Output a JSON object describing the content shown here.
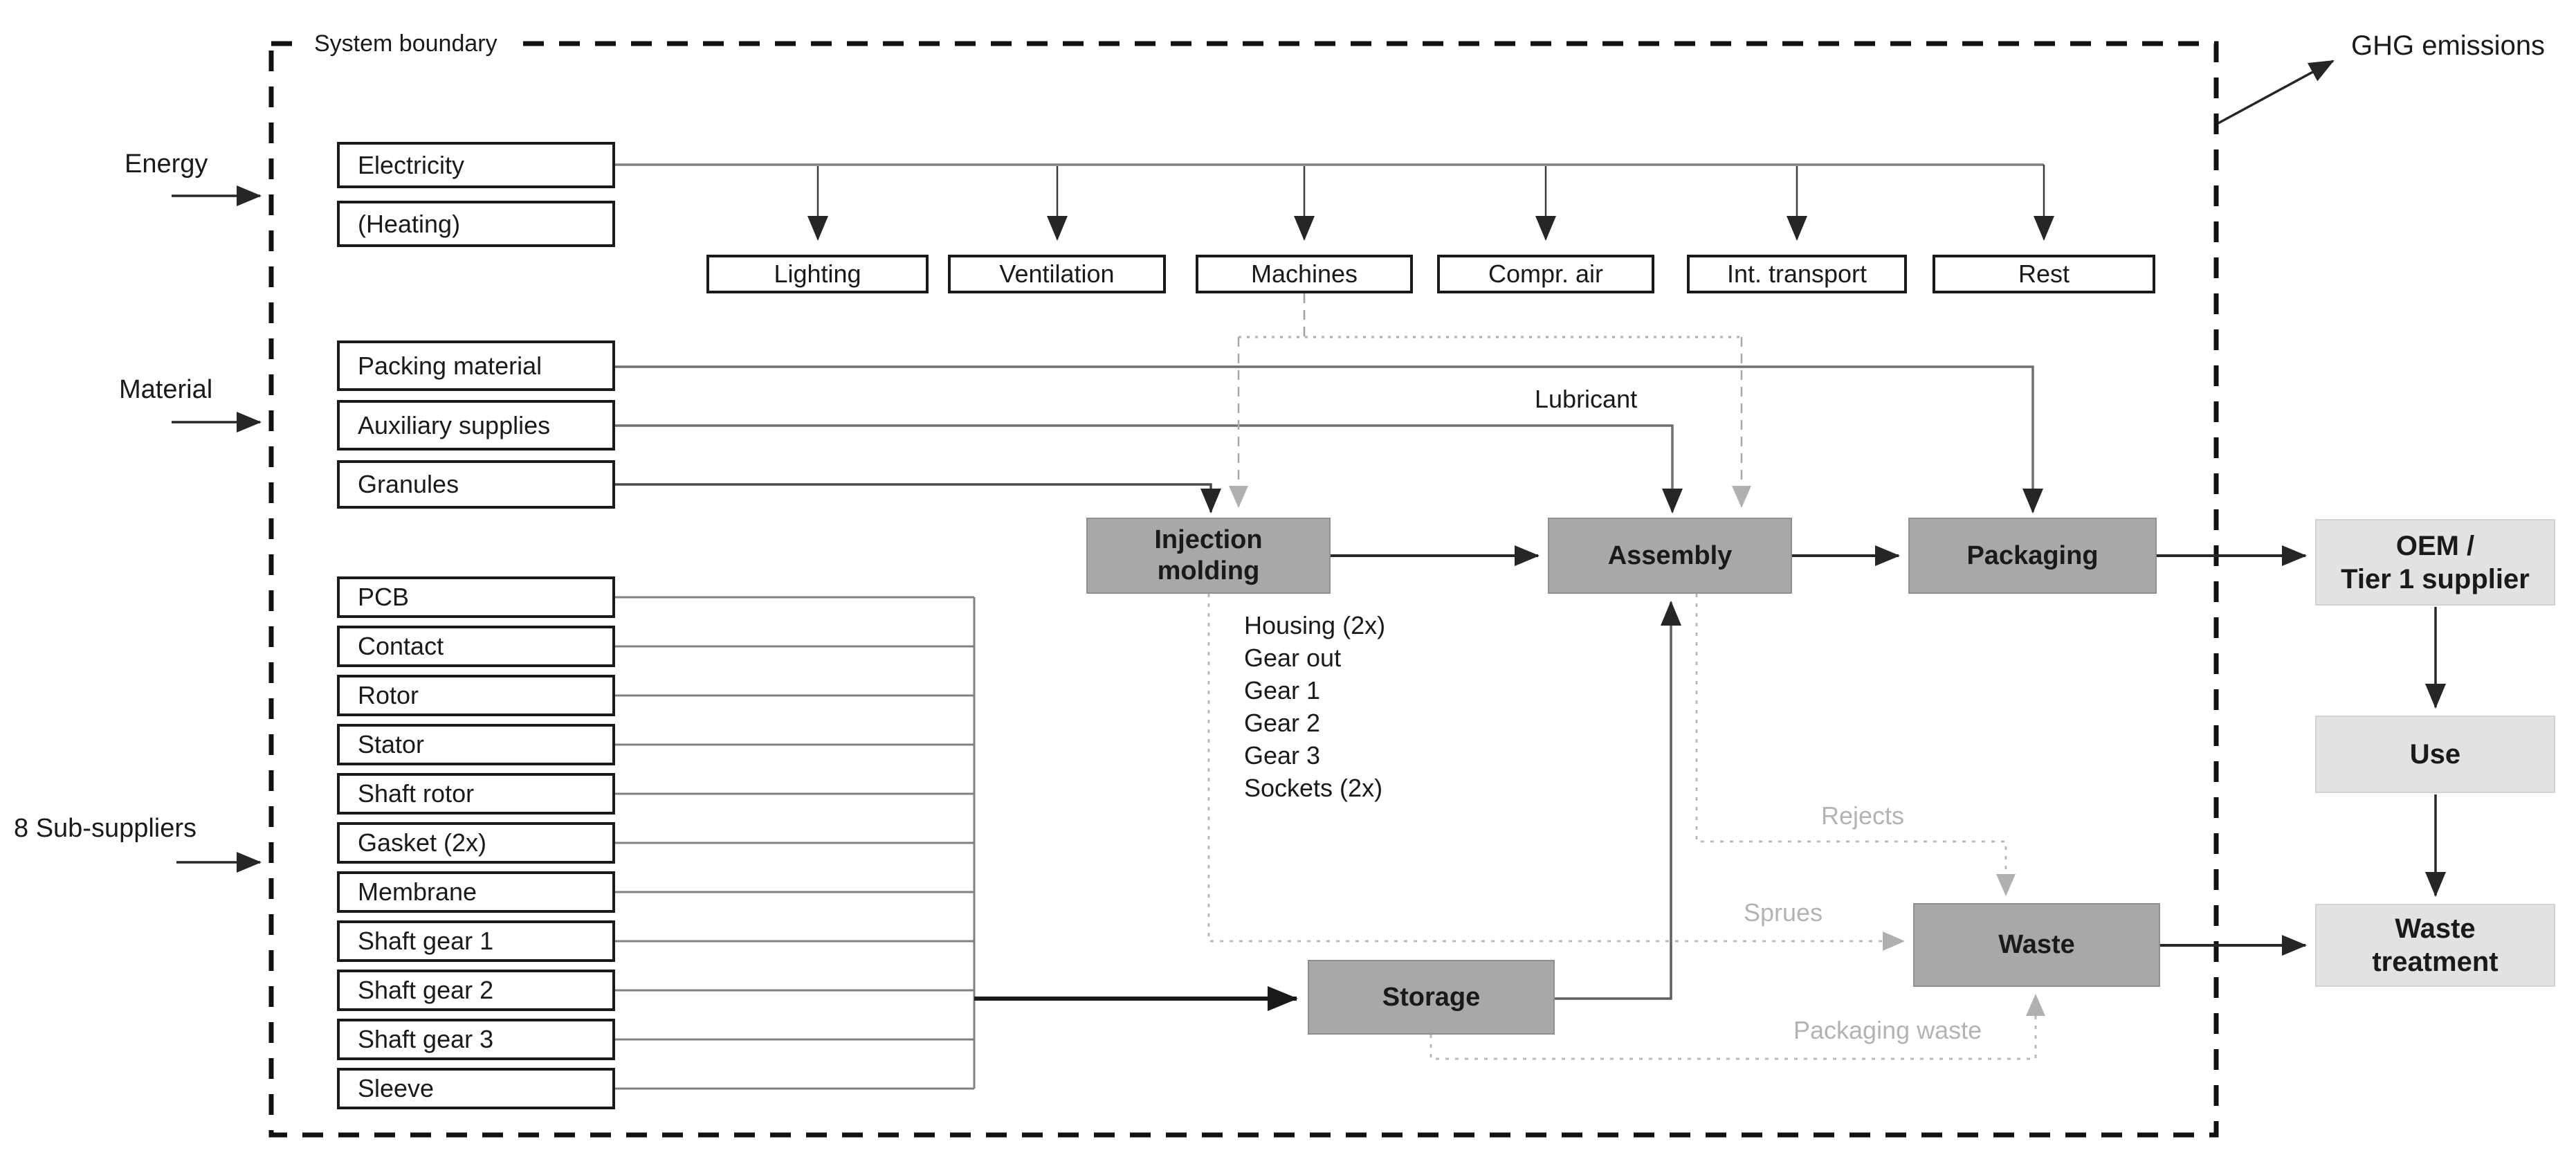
{
  "labels": {
    "system_boundary": "System boundary",
    "ghg": "GHG emissions",
    "energy": "Energy",
    "material": "Material",
    "subsuppliers": "8 Sub-suppliers",
    "lubricant": "Lubricant",
    "rejects": "Rejects",
    "sprues": "Sprues",
    "packaging_waste": "Packaging waste"
  },
  "energy_boxes": [
    "Electricity",
    "(Heating)"
  ],
  "material_boxes": [
    "Packing material",
    "Auxiliary supplies",
    "Granules"
  ],
  "subsupplier_boxes": [
    "PCB",
    "Contact",
    "Rotor",
    "Stator",
    "Shaft rotor",
    "Gasket (2x)",
    "Membrane",
    "Shaft gear 1",
    "Shaft gear 2",
    "Shaft gear 3",
    "Sleeve"
  ],
  "energy_uses": [
    "Lighting",
    "Ventilation",
    "Machines",
    "Compr. air",
    "Int. transport",
    "Rest"
  ],
  "processes": {
    "injection_line1": "Injection",
    "injection_line2": "molding",
    "assembly": "Assembly",
    "packaging": "Packaging",
    "storage": "Storage",
    "waste": "Waste"
  },
  "molded_parts": [
    "Housing (2x)",
    "Gear out",
    "Gear 1",
    "Gear 2",
    "Gear 3",
    "Sockets (2x)"
  ],
  "external": {
    "oem_line1": "OEM /",
    "oem_line2": "Tier 1 supplier",
    "use": "Use",
    "wt_line1": "Waste",
    "wt_line2": "treatment"
  },
  "colors": {
    "process_box": "#a8a8a8",
    "external_box": "#e2e2e2",
    "line_gray": "#808080",
    "line_dark": "#262626",
    "line_light": "#b8b8b8",
    "boundary": "#111111"
  }
}
